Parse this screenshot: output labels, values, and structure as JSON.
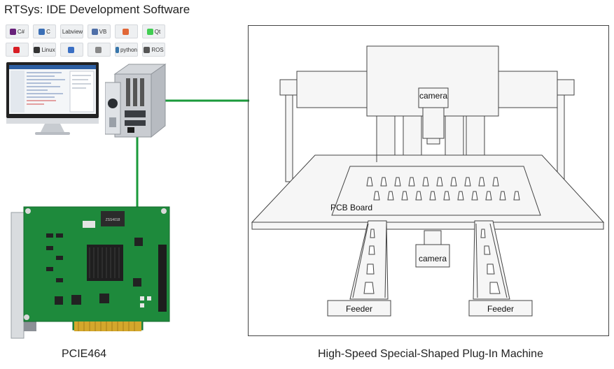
{
  "header": {
    "title": "RTSys: IDE Development Software"
  },
  "ide_icons": [
    {
      "label": "C#",
      "icon": "csharp-icon",
      "color": "#68217a"
    },
    {
      "label": "C",
      "icon": "c-icon",
      "color": "#3b6fb6"
    },
    {
      "label": "Labview",
      "icon": "labview-icon",
      "color": "#f2c500"
    },
    {
      "label": "VB",
      "icon": "vb-icon",
      "color": "#4f6fa8"
    },
    {
      "label": "",
      "icon": "matlab-icon",
      "color": "#e16737"
    },
    {
      "label": "Qt",
      "icon": "qt-icon",
      "color": "#41cd52"
    },
    {
      "label": "",
      "icon": "delphi-icon",
      "color": "#d81e25"
    },
    {
      "label": "Linux",
      "icon": "linux-icon",
      "color": "#333333"
    },
    {
      "label": "",
      "icon": "net-icon",
      "color": "#3a6fc4"
    },
    {
      "label": "",
      "icon": "tool-icon",
      "color": "#888888"
    },
    {
      "label": "python",
      "icon": "python-icon",
      "color": "#3776ab"
    },
    {
      "label": "ROS",
      "icon": "ros-icon",
      "color": "#555555"
    }
  ],
  "card": {
    "chip_label": "ZSS4018",
    "caption": "PCIE464"
  },
  "machine": {
    "camera_top": "camera",
    "camera_bottom": "camera",
    "pcb_label": "PCB Board",
    "feeder_left": "Feeder",
    "feeder_right": "Feeder",
    "caption": "High-Speed Special-Shaped Plug-In Machine"
  },
  "colors": {
    "link": "#1a9a3a",
    "pcb": "#1e8a3c",
    "line": "#444444"
  }
}
